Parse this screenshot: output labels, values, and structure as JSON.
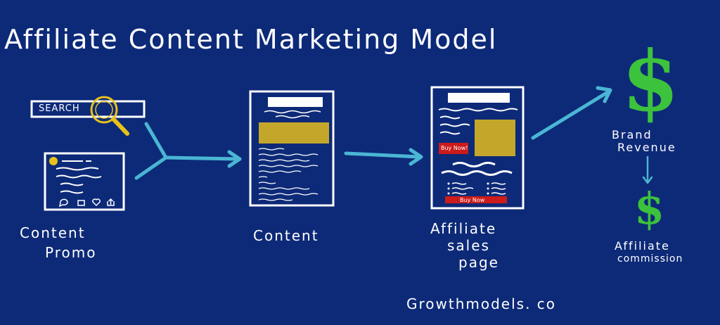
{
  "title": "Affiliate Content Marketing Model",
  "search_label": "SEARCH",
  "buy_now_small": "Buy Now!",
  "buy_now_banner": "Buy Now",
  "labels": {
    "content_promo_line1": "Content",
    "content_promo_line2": "Promo",
    "content": "Content",
    "affiliate_line1": "Affiliate",
    "affiliate_line2": "sales",
    "affiliate_line3": "page",
    "brand_revenue_line1": "Brand",
    "brand_revenue_line2": "Revenue",
    "commission_line1": "Affiliate",
    "commission_line2": "commission",
    "credit": "Growthmodels. co"
  },
  "dollar_symbol": "$",
  "colors": {
    "background": "#0d2a78",
    "arrow": "#4ab6d4",
    "gold": "#c4a62a",
    "money": "#3cc23c",
    "buy_red": "#cc1b1b",
    "search_lens": "#e8c21a"
  }
}
